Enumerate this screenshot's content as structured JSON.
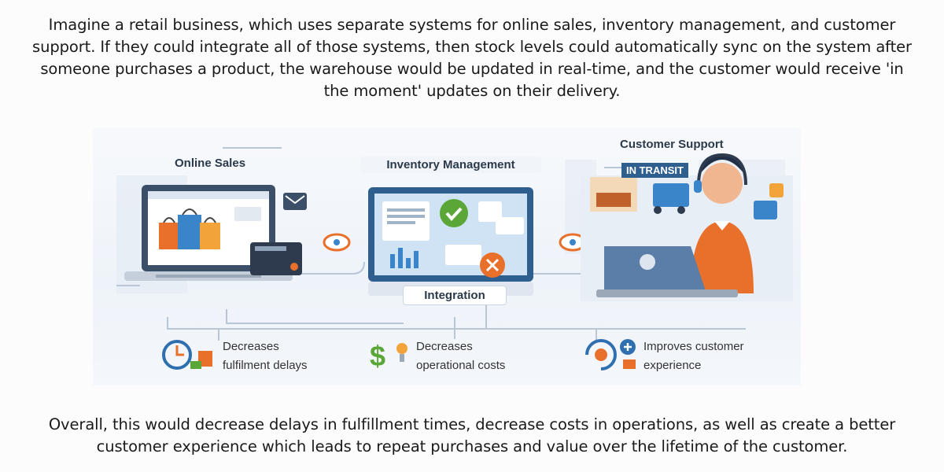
{
  "intro_text": "Imagine a retail business, which uses separate systems for online sales, inventory management, and customer support. If they could integrate all of those systems, then stock levels could automatically sync on the system after someone purchases a product, the warehouse would be updated in real-time, and the customer would receive 'in the moment' updates on their delivery.",
  "diagram": {
    "online_sales": "Online Sales",
    "inventory_management": "Inventory Management",
    "customer_support": "Customer Support",
    "in_transit": "IN TRANSIT",
    "integration": "Integration",
    "benefits": [
      {
        "line1": "Decreases",
        "line2": "fulfilment delays"
      },
      {
        "line1": "Decreases",
        "line2": "operational costs"
      },
      {
        "line1": "Improves customer",
        "line2": "experience"
      }
    ],
    "colors": {
      "accent_orange": "#e8702a",
      "accent_blue": "#2f6fb0",
      "accent_green": "#5aa637"
    }
  },
  "outro_text": "Overall, this would decrease delays in fulfillment times, decrease costs in operations, as well as create a better customer experience which leads to repeat purchases and value over the lifetime of the customer."
}
